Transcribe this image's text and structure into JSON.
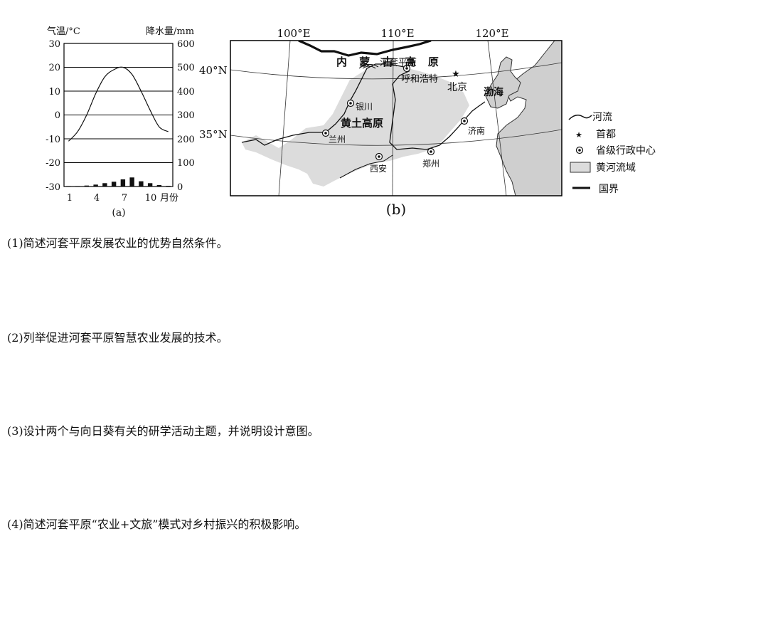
{
  "figure_a": {
    "panel_label": "(a)",
    "left_axis_title": "气温/°C",
    "right_axis_title": "降水量/mm",
    "left_ticks": [
      "30",
      "20",
      "10",
      "0",
      "-10",
      "-20",
      "-30"
    ],
    "right_ticks": [
      "600",
      "500",
      "400",
      "300",
      "200",
      "100",
      "0"
    ],
    "x_ticks": [
      "1",
      "4",
      "7",
      "10"
    ],
    "x_suffix": "月份"
  },
  "chart_data": {
    "type": "bar",
    "xlabel": "月份",
    "categories": [
      "1",
      "2",
      "3",
      "4",
      "5",
      "6",
      "7",
      "8",
      "9",
      "10",
      "11",
      "12"
    ],
    "series": [
      {
        "name": "降水量",
        "axis": "right",
        "unit": "mm",
        "values": [
          2,
          2,
          4,
          8,
          14,
          20,
          30,
          38,
          22,
          14,
          6,
          3
        ]
      },
      {
        "name": "气温",
        "axis": "left",
        "unit": "°C",
        "values": [
          -11,
          -7,
          0,
          9,
          16,
          19,
          20,
          17,
          10,
          2,
          -5,
          -7
        ]
      }
    ],
    "ylim_left": [
      -30,
      30
    ],
    "ylim_right": [
      0,
      600
    ]
  },
  "figure_b": {
    "panel_label": "(b)",
    "longitudes": [
      "100°E",
      "110°E",
      "120°E"
    ],
    "latitudes": [
      "40°N",
      "35°N"
    ],
    "places": {
      "neimeng": "内 蒙 古 高 原",
      "hetao": "河套平原",
      "huhehaote": "呼和浩特",
      "beijing": "北京",
      "bohai": "渤海",
      "yinchuan": "银川",
      "huangtu": "黄土高原",
      "lanzhou": "兰州",
      "xian": "西安",
      "zhengzhou": "郑州",
      "jinan": "济南"
    },
    "legend": {
      "river": "河流",
      "capital": "首都",
      "provincial": "省级行政中心",
      "basin": "黄河流域",
      "border": "国界"
    }
  },
  "questions": [
    "(1)简述河套平原发展农业的优势自然条件。",
    "(2)列举促进河套平原智慧农业发展的技术。",
    "(3)设计两个与向日葵有关的研学活动主题，并说明设计意图。",
    "(4)简述河套平原“农业+文旅”模式对乡村振兴的积极影响。"
  ]
}
